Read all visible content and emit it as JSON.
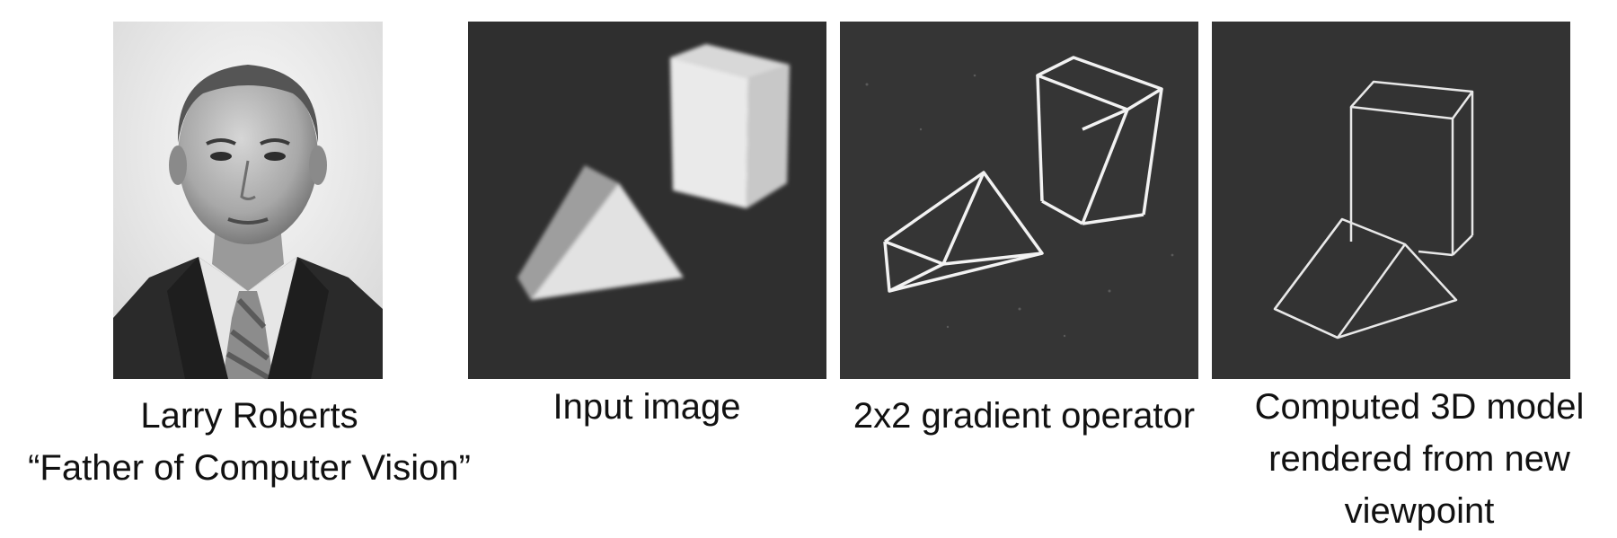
{
  "panels": [
    {
      "image": "portrait-photo",
      "caption_lines": [
        "Larry Roberts",
        "“Father of Computer Vision”"
      ]
    },
    {
      "image": "input-image-blocks",
      "caption_lines": [
        "Input image"
      ]
    },
    {
      "image": "gradient-edge-image",
      "caption_lines": [
        "2x2 gradient operator"
      ]
    },
    {
      "image": "rendered-3d-model",
      "caption_lines": [
        "Computed 3D model",
        "rendered from new",
        "viewpoint"
      ]
    }
  ],
  "colors": {
    "background": "#ffffff",
    "dark_panel": "#333333",
    "edge_lines": "#f2f2f2",
    "caption_text": "#111111"
  }
}
